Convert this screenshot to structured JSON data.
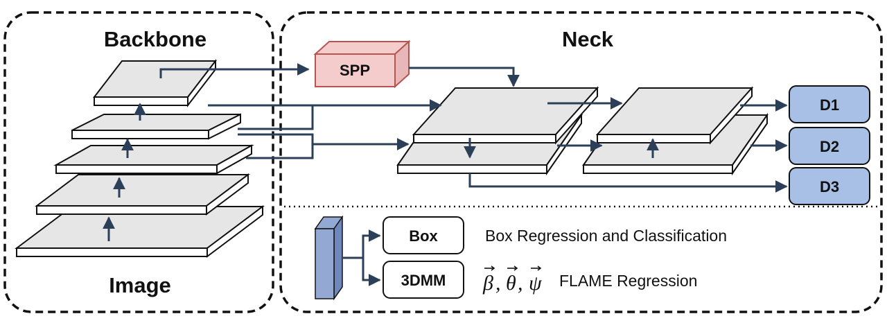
{
  "sections": {
    "backbone_title": "Backbone",
    "neck_title": "Neck",
    "image_label": "Image"
  },
  "blocks": {
    "spp": "SPP",
    "d1": "D1",
    "d2": "D2",
    "d3": "D3"
  },
  "heads": {
    "box_label": "Box",
    "box_desc": "Box Regression and Classification",
    "dmm_label": "3DMM",
    "dmm_desc": "FLAME Regression"
  },
  "params": {
    "beta": "β",
    "theta": "θ",
    "psi": "ψ"
  },
  "colors": {
    "arrow": "#2b3f58",
    "plate": "#e6e6e6",
    "spp_fill": "#f4cccc",
    "spp_stroke": "#b85450",
    "detect_fill": "#a9c0e6",
    "head_bar": "#93a9d4"
  }
}
